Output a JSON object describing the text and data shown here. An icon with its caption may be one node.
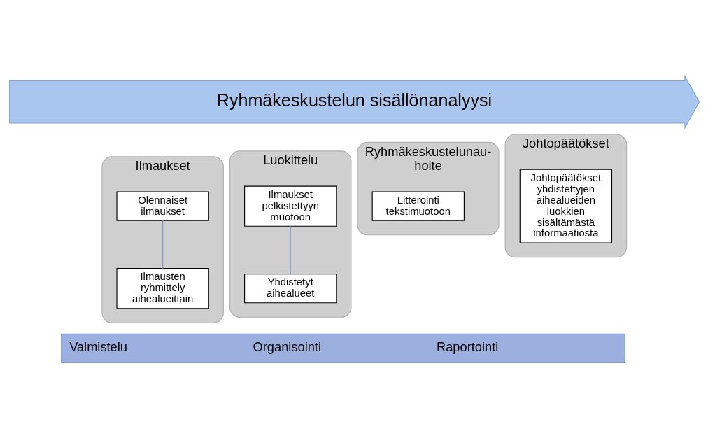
{
  "diagram": {
    "nodes": [
      {
        "text": [
          "Ryhmäkeskustelun sisällönanalyysi"
        ]
      },
      {
        "text": [
          "Ryhmäkeskustelunau- hoite"
        ]
      },
      {
        "text": [
          "Litterointi tekstimuotoon"
        ],
        "in": 1
      },
      {
        "text": [
          "Ilmaukset"
        ]
      },
      {
        "text": [
          "Olennaiset ilmaukset"
        ],
        "in": 3
      },
      {
        "text": [
          "Ilmausten ryhmittely aihealueittain"
        ],
        "in": 3
      },
      {
        "text": [
          "Luokittelu"
        ]
      },
      {
        "text": [
          "Ilmaukset pelkistettyyn muotoon"
        ],
        "in": 6
      },
      {
        "text": [
          "Yhdistetyt aihealueet"
        ],
        "in": 6
      },
      {
        "text": [
          "Johtopäätökset"
        ]
      },
      {
        "text": [
          "Johtopäätökset yhdistettyjen aihealueiden luokkien sisältämästä informaatiosta"
        ],
        "in": 9
      },
      {
        "text": [
          "Valmistelu",
          "Organisointi",
          "Raportointi"
        ]
      }
    ],
    "edges": [
      {
        "from": 4,
        "to": 5,
        "arrow": "none"
      },
      {
        "from": 7,
        "to": 8,
        "arrow": "none"
      }
    ]
  }
}
